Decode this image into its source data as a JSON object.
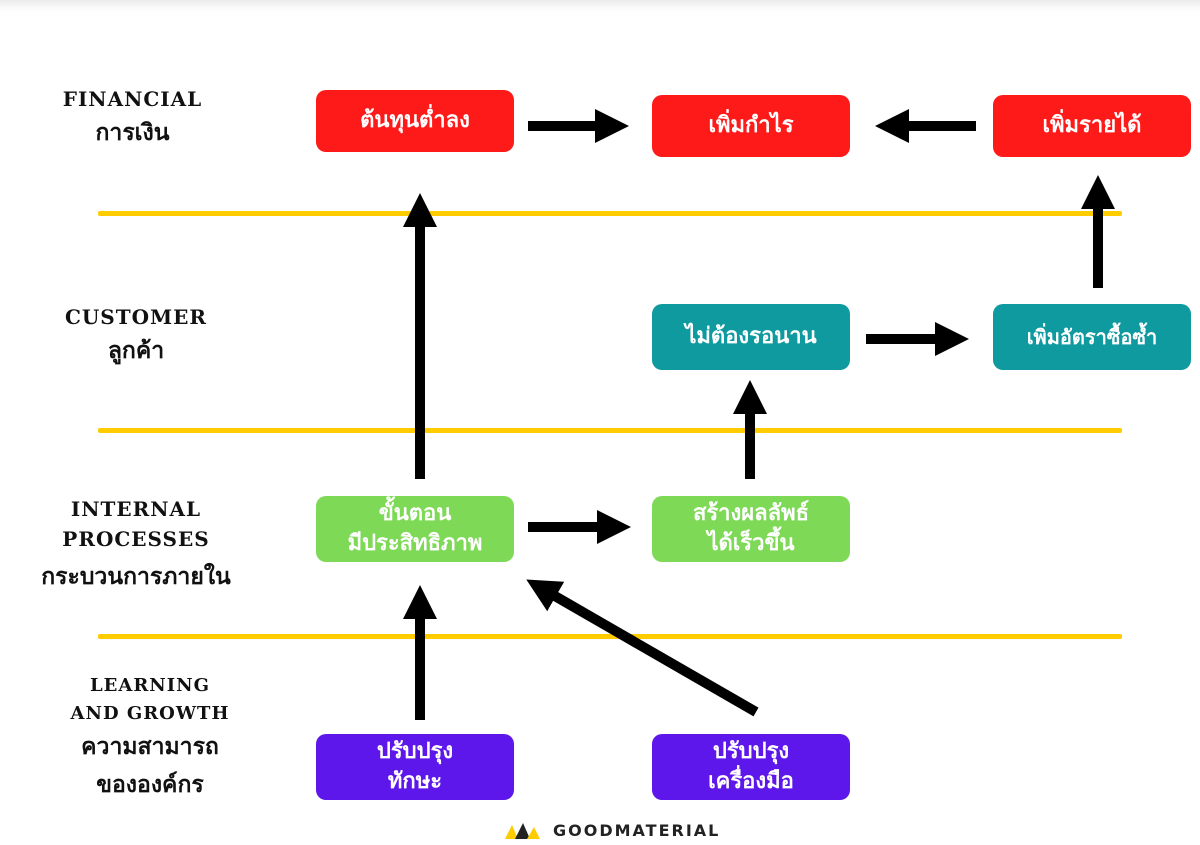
{
  "colors": {
    "financial": "#ff1a1a",
    "customer": "#0f9aa0",
    "internal": "#7ed957",
    "learning": "#5e17eb",
    "divider": "#ffcc00",
    "arrow": "#000000"
  },
  "perspectives": {
    "financial": {
      "en": "FINANCIAL",
      "th": "การเงิน"
    },
    "customer": {
      "en": "CUSTOMER",
      "th": "ลูกค้า"
    },
    "internal": {
      "en1": "INTERNAL",
      "en2": "PROCESSES",
      "th": "กระบวนการภายใน"
    },
    "learning": {
      "en1": "LEARNING",
      "en2": "AND GROWTH",
      "th1": "ความสามารถ",
      "th2": "ขององค์กร"
    }
  },
  "nodes": {
    "lower_cost": "ต้นทุนต่ำลง",
    "increase_profit": "เพิ่มกำไร",
    "increase_revenue": "เพิ่มรายได้",
    "no_waiting": "ไม่ต้องรอนาน",
    "repeat_rate": "เพิ่มอัตราซื้อซ้ำ",
    "efficient_process_1": "ขั้นตอน",
    "efficient_process_2": "มีประสิทธิภาพ",
    "faster_results_1": "สร้างผลลัพธ์",
    "faster_results_2": "ได้เร็วขึ้น",
    "improve_skills_1": "ปรับปรุง",
    "improve_skills_2": "ทักษะ",
    "improve_tools_1": "ปรับปรุง",
    "improve_tools_2": "เครื่องมือ"
  },
  "brand": {
    "name": "GOODMATERIAL",
    "logo_icon": "gm-logo-icon"
  }
}
